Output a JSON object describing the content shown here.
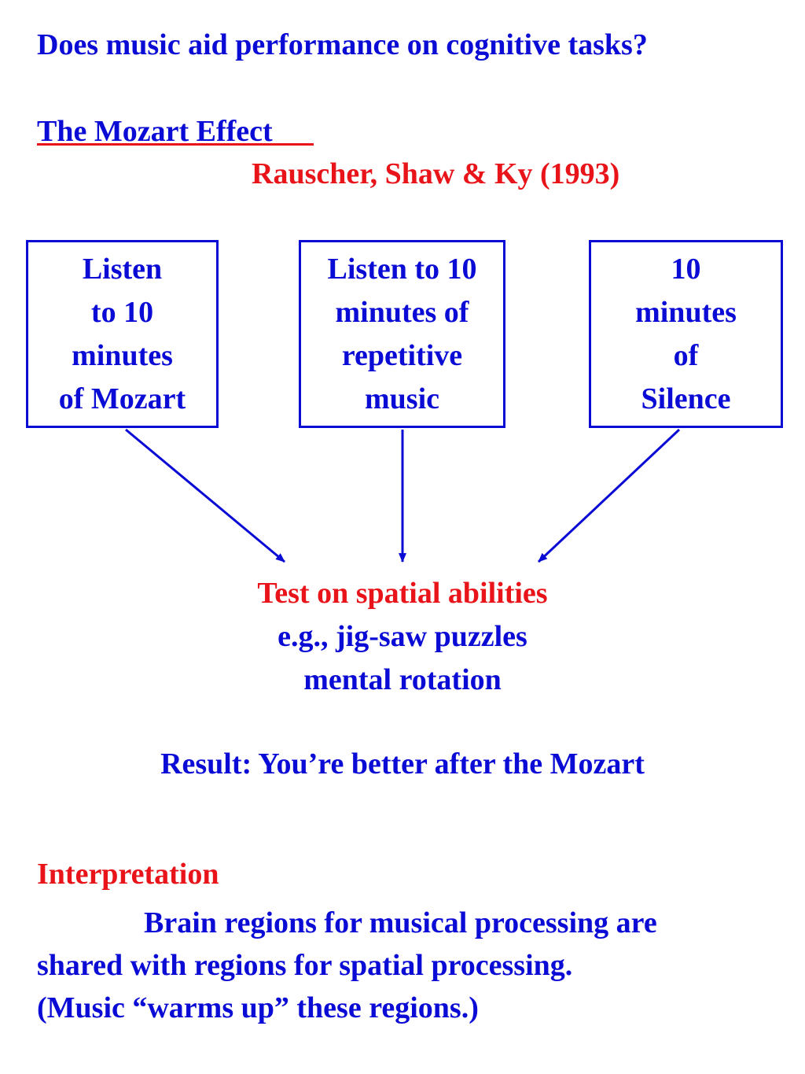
{
  "question": "Does music aid performance on cognitive tasks?",
  "heading": "The Mozart Effect",
  "citation": "Rauscher, Shaw & Ky (1993)",
  "conditions": [
    {
      "lines": [
        "Listen",
        "to 10",
        "minutes",
        "of Mozart"
      ]
    },
    {
      "lines": [
        "Listen to 10",
        "minutes of",
        "repetitive",
        "music"
      ]
    },
    {
      "lines": [
        "10",
        "minutes",
        "of",
        "Silence"
      ]
    }
  ],
  "test": {
    "title": "Test on spatial abilities",
    "examples": [
      "e.g., jig-saw puzzles",
      "mental rotation"
    ]
  },
  "result": "Result:  You’re better after the Mozart",
  "interpretation": {
    "title": "Interpretation",
    "lines": [
      "Brain regions for musical processing are",
      "shared with regions for spatial processing.",
      "(Music “warms up” these regions.)"
    ]
  },
  "colors": {
    "blue": "#0b0bd6",
    "red": "#e8141a"
  }
}
